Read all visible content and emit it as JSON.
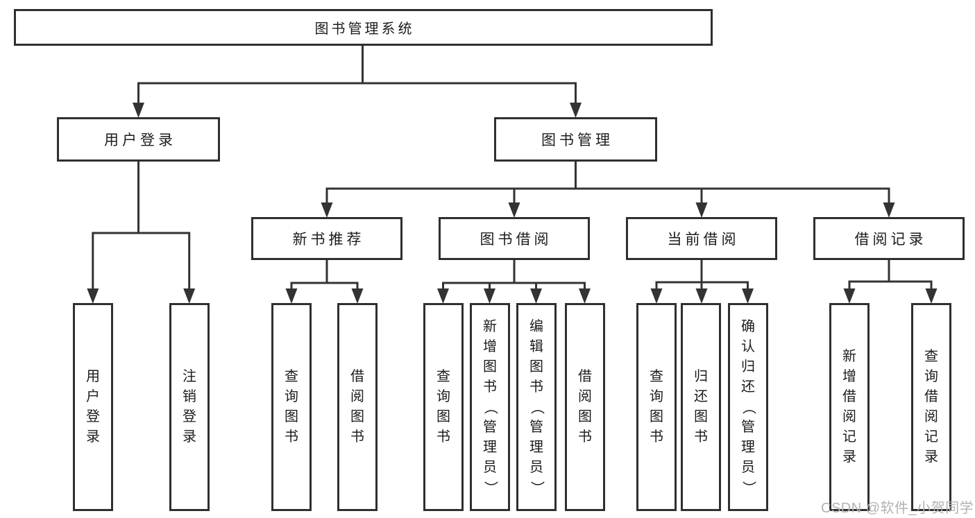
{
  "diagram": {
    "root": {
      "label": "图书管理系统"
    },
    "branches": [
      {
        "label": "用户登录",
        "children": [
          {
            "label": "用户登录"
          },
          {
            "label": "注销登录"
          }
        ]
      },
      {
        "label": "图书管理",
        "children": [
          {
            "label": "新书推荐",
            "children": [
              {
                "label": "查询图书"
              },
              {
                "label": "借阅图书"
              }
            ]
          },
          {
            "label": "图书借阅",
            "children": [
              {
                "label": "查询图书"
              },
              {
                "label": "新增图书（管理员）"
              },
              {
                "label": "编辑图书（管理员）"
              },
              {
                "label": "借阅图书"
              }
            ]
          },
          {
            "label": "当前借阅",
            "children": [
              {
                "label": "查询图书"
              },
              {
                "label": "归还图书"
              },
              {
                "label": "确认归还（管理员）"
              }
            ]
          },
          {
            "label": "借阅记录",
            "children": [
              {
                "label": "新增借阅记录"
              },
              {
                "label": "查询借阅记录"
              }
            ]
          }
        ]
      }
    ],
    "watermark": "CSDN @软件_小贺同学",
    "colors": {
      "line": "#333333",
      "border": "#2f2f2f",
      "text": "#1c1c1c",
      "background": "#ffffff",
      "watermark": "#b2b2b2"
    }
  }
}
